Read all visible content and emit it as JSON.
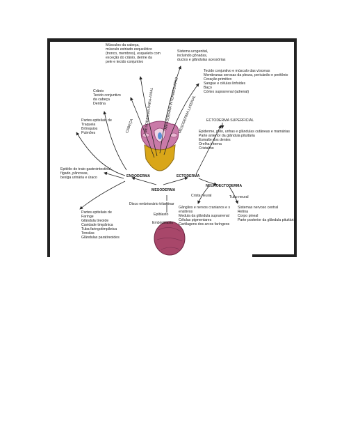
{
  "labels": {
    "cabeca_muscles": "Músculos da cabeça,\nmúsculo estriado esquelético\n(tronco, membros), esqueleto com\nexceção do crânio, derme da\npele e tecido conjuntivo",
    "urogenital": "Sistema urogenital,\nincluindo gônadas,\nductos e glândulas acessórias",
    "lateral": "Tecido conjuntivo e músculo das vísceras\nMembranas serosas da pleura, pericárdio e peritônio\nCoração primitivo\nSangue e células linfoides\nBaço\nCórtex suprarrenal (adrenal)",
    "cranio": "Crânio\nTecido conjuntivo\nda cabeça\nDentina",
    "partes_traqueia": "Partes epiteliais de\nTraqueia\nBrônquios\nPulmões",
    "ectoderma_sup": "ECTODERMA SUPERFICIAL",
    "ectoderma_sup_list": "Epiderme, pelo, unhas e glândulas cutâneas e mamárias\nParte anterior da glândula pituitária\nEsmalte dos dentes\nOrelha interna\nCristalino",
    "epitelio_trato": "Epitélio do trato gastrointestinal,\nfígado, pâncreas,\nbexiga urinária e úraco",
    "endoderma": "ENDODERMA",
    "ectoderma": "ECTODERMA",
    "neuroectoderma": "NEUROECTODERMA",
    "mesoderma": "MESODERMA",
    "crista_neural": "Crista neural",
    "tubo_neural": "Tubo neural",
    "crista_list": "Gânglios e nervos cranianos e s\nensitivos\nMedula da glândula suprarrenal\nCélulas pigmentares\nCartilagens dos arcos faríngeos",
    "tubo_list": "Sistemas nervoso central\nRetina\nCorpo pineal\nParte posterior da glândula pituitária",
    "disco": "Disco embrionário trilaminar",
    "epiblasto": "Epiblasto",
    "embrioblasto": "Embrioblasto",
    "partes_faringe": "Partes epiteliais de\nFaringe\nGlândula tireoide\nCavidade timpânica\nTuba faringotimpânica\nTonsilas\nGlândulas paratireoides",
    "rot_cabeca": "CABEÇA",
    "rot_paraxial": "MESODERMA PARA-AXIAL",
    "rot_intermediario": "MESODERMA INTERMEDIÁRIO",
    "rot_lateral": "MESODERMA LATERAL"
  },
  "colors": {
    "yolk": "#d9a618",
    "tissue": "#c97aa8",
    "embryo": "#a8476a",
    "blue": "#5b8fd6"
  }
}
